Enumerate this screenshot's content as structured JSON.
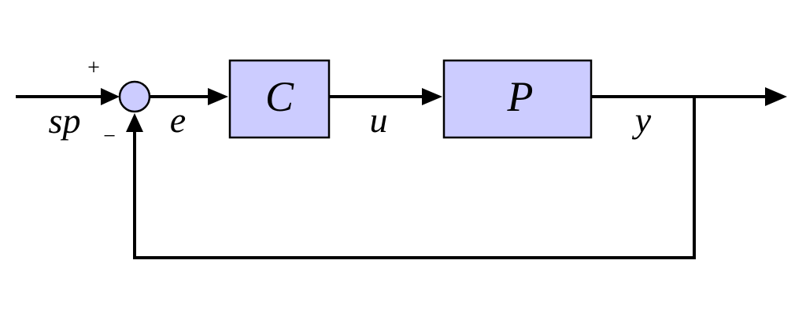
{
  "diagram": {
    "blocks": {
      "controller": {
        "label": "C"
      },
      "plant": {
        "label": "P"
      }
    },
    "signals": {
      "setpoint": "sp",
      "error": "e",
      "control": "u",
      "output": "y"
    },
    "junction_signs": {
      "plus": "+",
      "minus": "−"
    },
    "colors": {
      "block_fill": "#ccccff",
      "stroke": "#000000"
    }
  }
}
